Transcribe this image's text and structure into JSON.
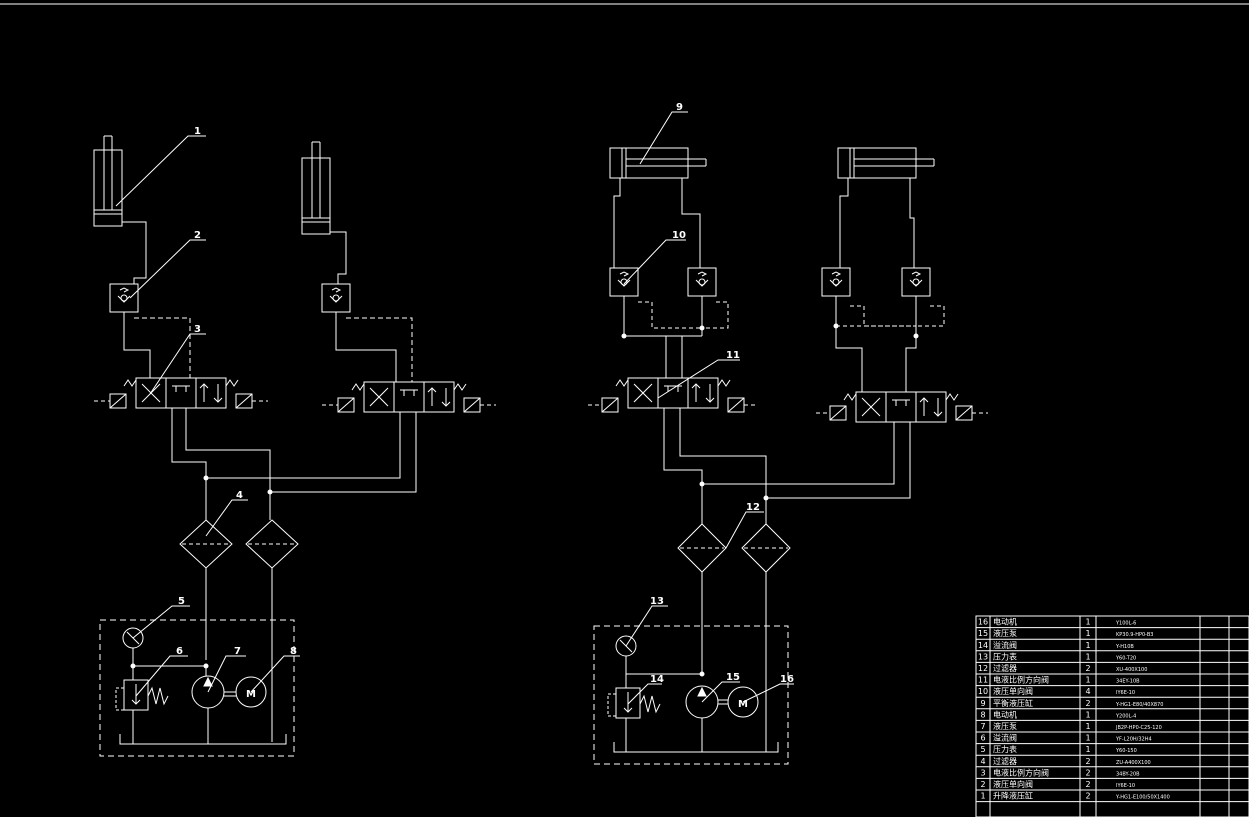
{
  "diagram": {
    "callouts": [
      "1",
      "2",
      "3",
      "4",
      "5",
      "6",
      "7",
      "8",
      "9",
      "10",
      "11",
      "12",
      "13",
      "14",
      "15",
      "16"
    ],
    "motor_symbol": "M",
    "parts_table": {
      "rows": [
        {
          "no": "16",
          "name": "电动机",
          "qty": "1",
          "code": "Y100L-6"
        },
        {
          "no": "15",
          "name": "液压泵",
          "qty": "1",
          "code": "KP30.9-HP0-B3"
        },
        {
          "no": "14",
          "name": "溢流阀",
          "qty": "1",
          "code": "Y-H10B"
        },
        {
          "no": "13",
          "name": "压力表",
          "qty": "1",
          "code": "Y60-T20"
        },
        {
          "no": "12",
          "name": "过滤器",
          "qty": "2",
          "code": "XU-400X100"
        },
        {
          "no": "11",
          "name": "电液比例方向阀",
          "qty": "1",
          "code": "34EY-10B"
        },
        {
          "no": "10",
          "name": "液压单向阀",
          "qty": "4",
          "code": "IY6E-10"
        },
        {
          "no": "9",
          "name": "平衡液压缸",
          "qty": "2",
          "code": "Y-HG1-E80/40X870"
        },
        {
          "no": "8",
          "name": "电动机",
          "qty": "1",
          "code": "Y200L-4"
        },
        {
          "no": "7",
          "name": "液压泵",
          "qty": "1",
          "code": "JB2P-HP0-C25-120"
        },
        {
          "no": "6",
          "name": "溢流阀",
          "qty": "1",
          "code": "YF-L20H/32H4"
        },
        {
          "no": "5",
          "name": "压力表",
          "qty": "1",
          "code": "Y60-150"
        },
        {
          "no": "4",
          "name": "过滤器",
          "qty": "2",
          "code": "ZU-A400X100"
        },
        {
          "no": "3",
          "name": "电液比例方向阀",
          "qty": "2",
          "code": "34BY-20B"
        },
        {
          "no": "2",
          "name": "液压单向阀",
          "qty": "2",
          "code": "IY6E-10"
        },
        {
          "no": "1",
          "name": "升降液压缸",
          "qty": "2",
          "code": "Y-HG1-E100/50X1400"
        }
      ]
    }
  }
}
